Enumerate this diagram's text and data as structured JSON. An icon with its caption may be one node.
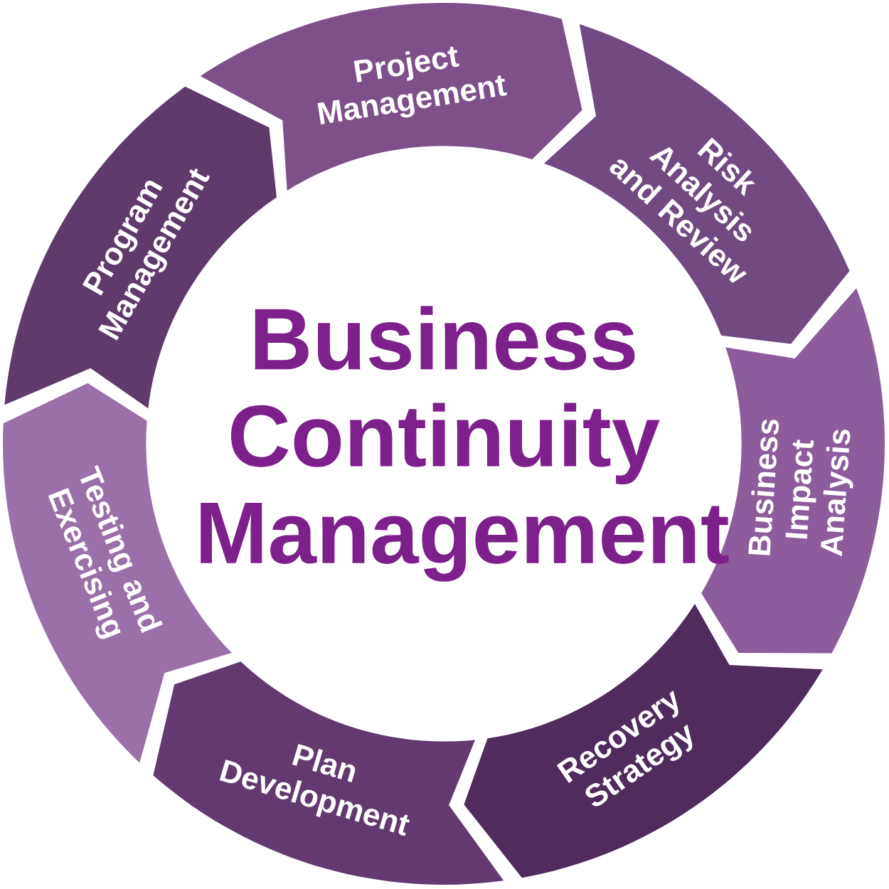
{
  "diagram": {
    "nodes": [
      {
        "text": [
          "Business Continuity Management"
        ]
      },
      {
        "text": [
          "Project Management"
        ]
      },
      {
        "text": [
          "Risk Analysis and Review"
        ]
      },
      {
        "text": [
          "Business Impact Analysis"
        ]
      },
      {
        "text": [
          "Recovery Strategy"
        ]
      },
      {
        "text": [
          "Plan Development"
        ]
      },
      {
        "text": [
          "Testing and Exercising"
        ]
      },
      {
        "text": [
          "Program Management"
        ]
      }
    ]
  }
}
